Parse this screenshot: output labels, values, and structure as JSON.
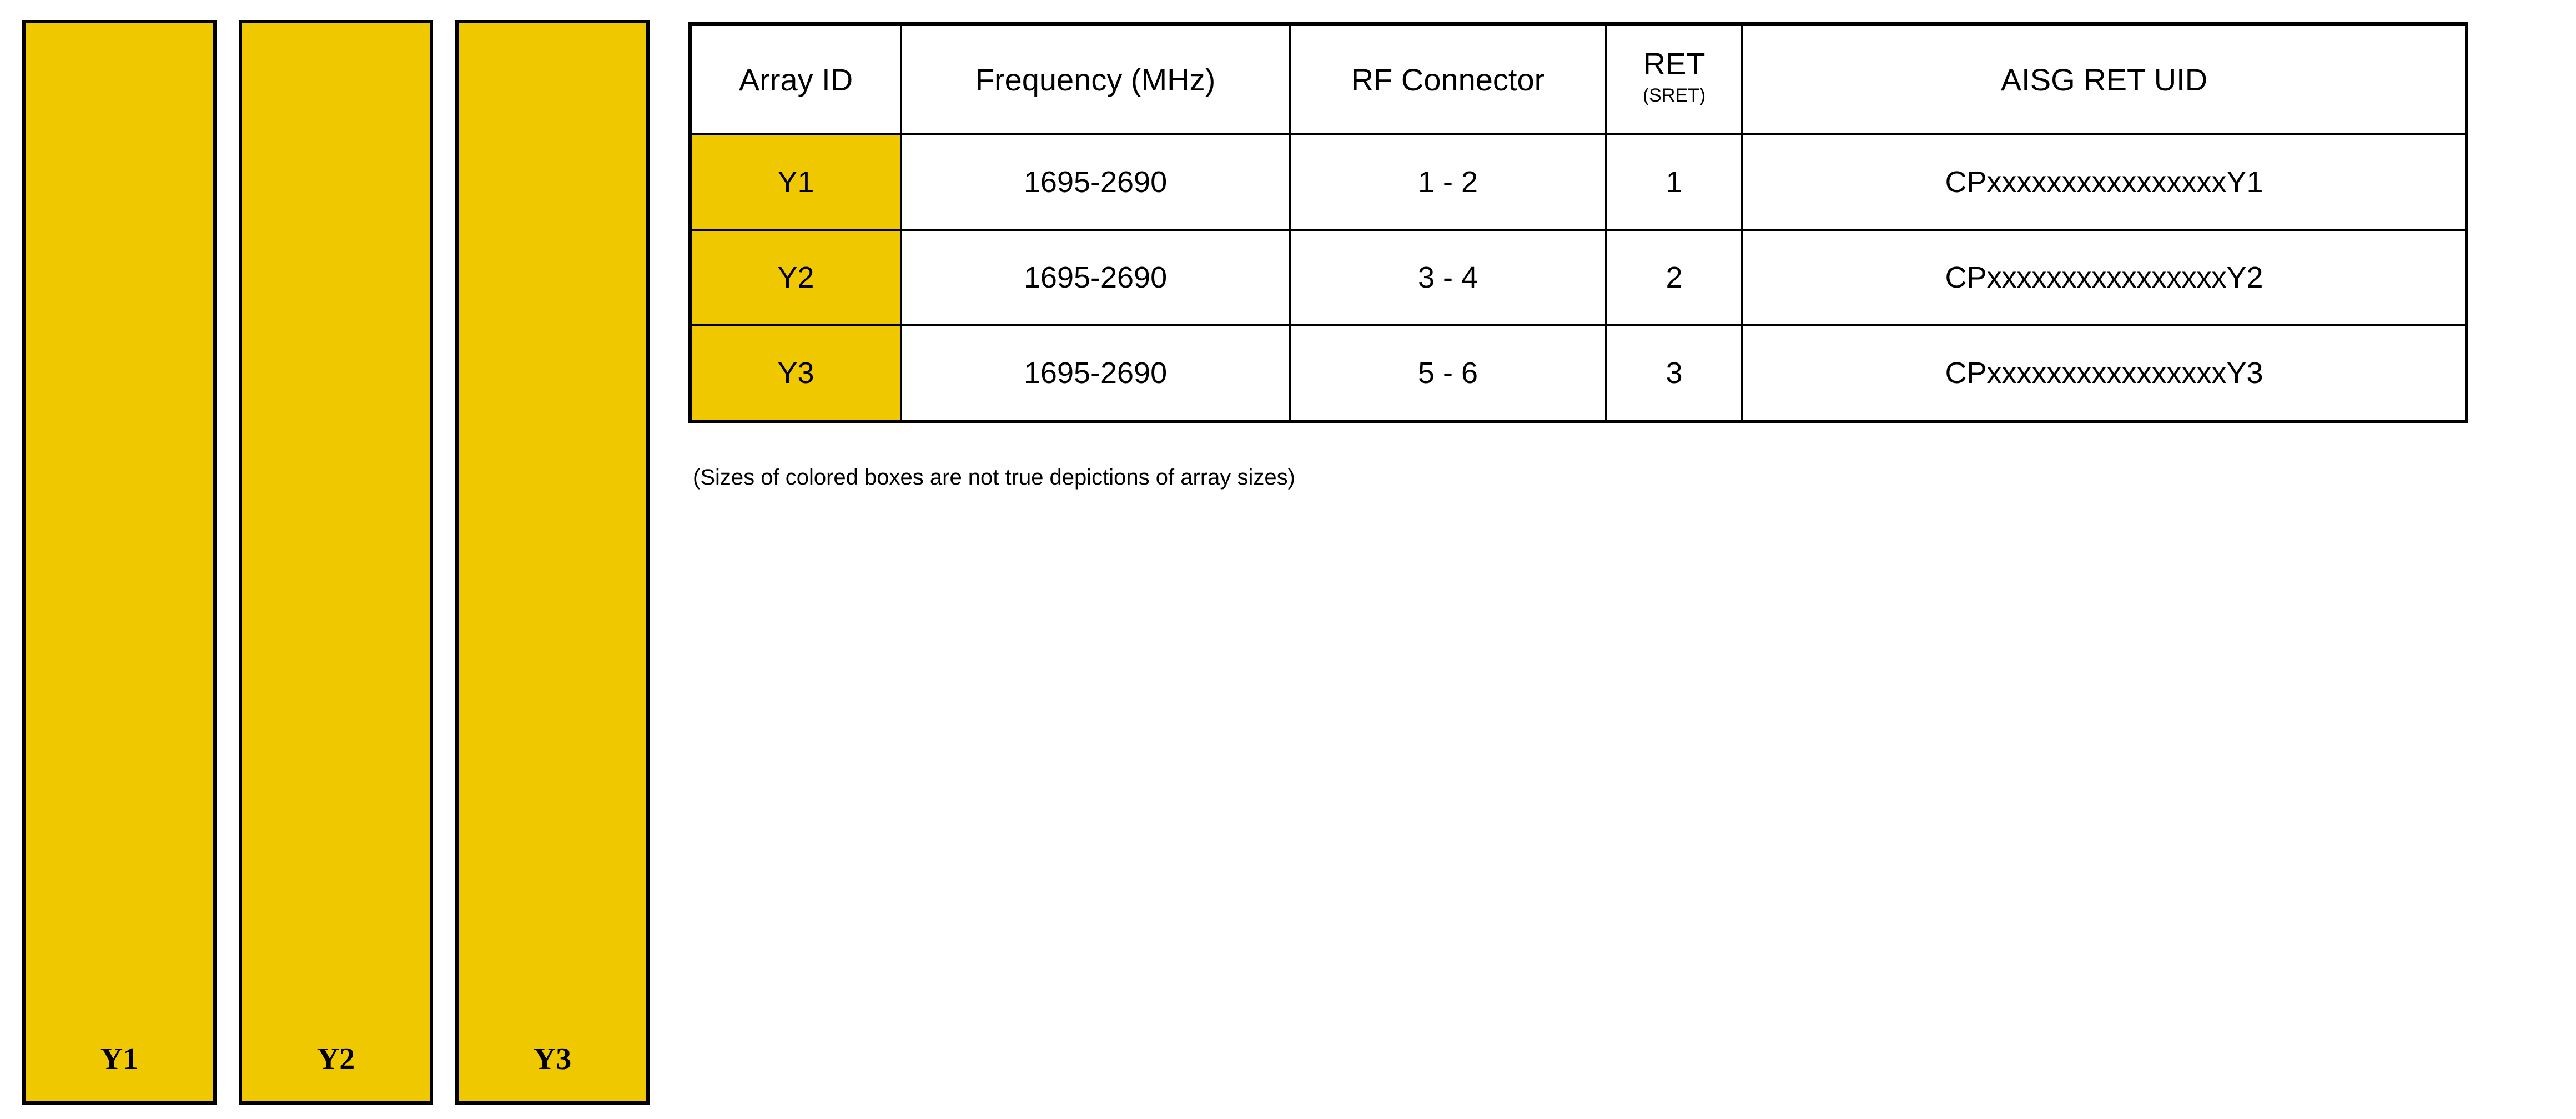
{
  "colors": {
    "array_fill": "#EFC800",
    "border": "#000000",
    "background": "#FFFFFF"
  },
  "array_diagram": {
    "note": "three vertical colored array bars",
    "boxes": [
      {
        "label": "Y1",
        "fill": "#EFC800"
      },
      {
        "label": "Y2",
        "fill": "#EFC800"
      },
      {
        "label": "Y3",
        "fill": "#EFC800"
      }
    ]
  },
  "spec_table": {
    "headers": {
      "array_id": "Array ID",
      "frequency": "Frequency (MHz)",
      "rf_connector": "RF Connector",
      "ret_main": "RET",
      "ret_sub": "(SRET)",
      "aisg_ret_uid": "AISG RET UID"
    },
    "rows": [
      {
        "array_id": "Y1",
        "frequency": "1695-2690",
        "rf_connector": "1 - 2",
        "ret": "1",
        "aisg_ret_uid": "CPxxxxxxxxxxxxxxxxY1"
      },
      {
        "array_id": "Y2",
        "frequency": "1695-2690",
        "rf_connector": "3 - 4",
        "ret": "2",
        "aisg_ret_uid": "CPxxxxxxxxxxxxxxxxY2"
      },
      {
        "array_id": "Y3",
        "frequency": "1695-2690",
        "rf_connector": "5 - 6",
        "ret": "3",
        "aisg_ret_uid": "CPxxxxxxxxxxxxxxxxY3"
      }
    ]
  },
  "footnote": "(Sizes of colored boxes are not true depictions of array sizes)"
}
